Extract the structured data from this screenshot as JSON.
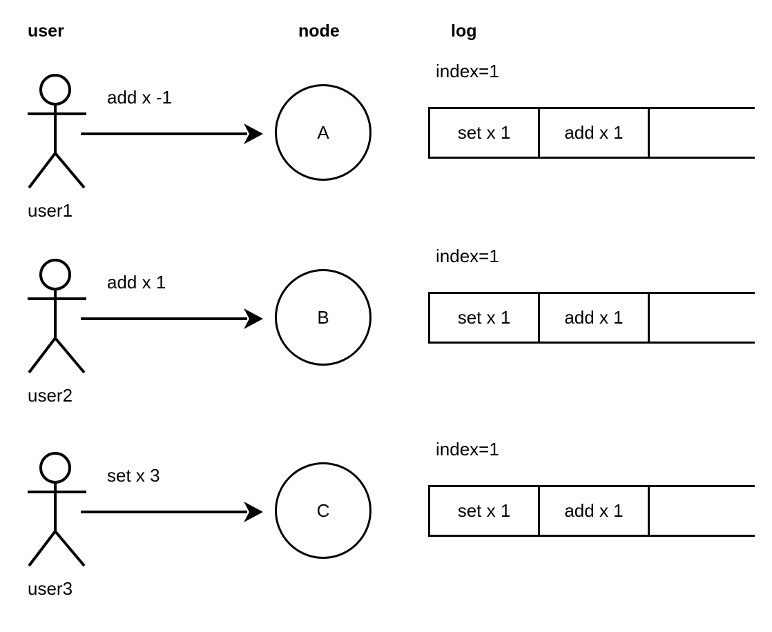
{
  "columns": {
    "user_heading": "user",
    "node_heading": "node",
    "log_heading": "log"
  },
  "colors": {
    "stroke": "#000000",
    "background": "#ffffff"
  },
  "rows": [
    {
      "actor_label": "user1",
      "message_label": "add x -1",
      "node_label": "A",
      "log_index_label": "index=1",
      "log_entries": [
        "set x 1",
        "add x 1",
        ""
      ]
    },
    {
      "actor_label": "user2",
      "message_label": "add x 1",
      "node_label": "B",
      "log_index_label": "index=1",
      "log_entries": [
        "set x 1",
        "add x 1",
        ""
      ]
    },
    {
      "actor_label": "user3",
      "message_label": "set x 3",
      "node_label": "C",
      "log_index_label": "index=1",
      "log_entries": [
        "set x 1",
        "add x 1",
        ""
      ]
    }
  ],
  "icons": {
    "actor": "stick-figure-icon",
    "arrow": "right-arrow-icon"
  }
}
